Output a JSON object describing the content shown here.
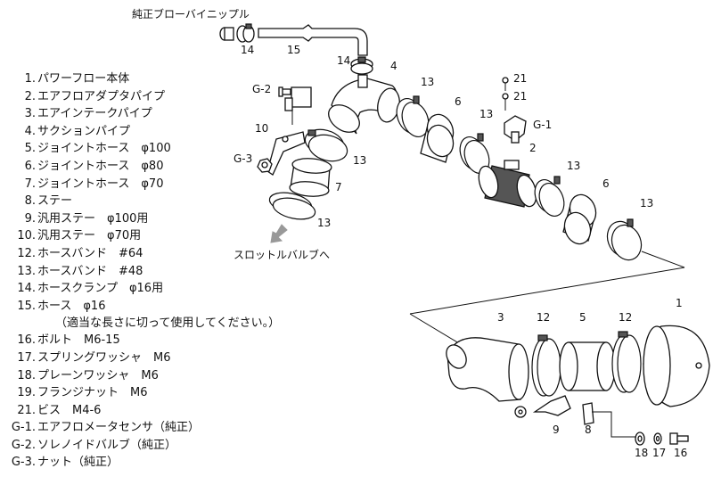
{
  "parts": [
    {
      "num": "1.",
      "text": "パワーフロー本体"
    },
    {
      "num": "2.",
      "text": "エアフロアダプタパイプ"
    },
    {
      "num": "3.",
      "text": "エアインテークパイプ"
    },
    {
      "num": "4.",
      "text": "サクションパイプ"
    },
    {
      "num": "5.",
      "text": "ジョイントホース　φ100"
    },
    {
      "num": "6.",
      "text": "ジョイントホース　φ80"
    },
    {
      "num": "7.",
      "text": "ジョイントホース　φ70"
    },
    {
      "num": "8.",
      "text": "ステー"
    },
    {
      "num": "9.",
      "text": "汎用ステー　φ100用"
    },
    {
      "num": "10.",
      "text": "汎用ステー　φ70用"
    },
    {
      "num": "12.",
      "text": "ホースバンド　#64"
    },
    {
      "num": "13.",
      "text": "ホースバンド　#48"
    },
    {
      "num": "14.",
      "text": "ホースクランプ　φ16用"
    },
    {
      "num": "15.",
      "text": "ホース　φ16"
    },
    {
      "num": "",
      "text": "（適当な長さに切って使用してください。）",
      "note": true
    },
    {
      "num": "16.",
      "text": "ボルト　M6-15"
    },
    {
      "num": "17.",
      "text": "スプリングワッシャ　M6"
    },
    {
      "num": "18.",
      "text": "プレーンワッシャ　M6"
    },
    {
      "num": "19.",
      "text": "フランジナット　M6"
    },
    {
      "num": "21.",
      "text": "ビス　M4-6"
    },
    {
      "num": "G-1.",
      "text": "エアフロメータセンサ（純正）"
    },
    {
      "num": "G-2.",
      "text": "ソレノイドバルブ（純正）"
    },
    {
      "num": "G-3.",
      "text": "ナット（純正）"
    }
  ],
  "diagram": {
    "top_label": "純正ブローバイニップル",
    "throttle_label": "スロットルバルブへ",
    "callouts": {
      "c14a": "14",
      "c15": "15",
      "c14b": "14",
      "c4": "4",
      "c13a": "13",
      "c6a": "6",
      "c21a": "21",
      "c21b": "21",
      "c13b": "13",
      "cG1": "G-1",
      "c2": "2",
      "cG2": "G-2",
      "c10": "10",
      "c13c": "13",
      "cG3": "G-3",
      "c7": "7",
      "c13d": "13",
      "c13e": "13",
      "c6b": "6",
      "c13f": "13",
      "c3": "3",
      "c12a": "12",
      "c5": "5",
      "c12b": "12",
      "c1": "1",
      "c9": "9",
      "c8": "8",
      "c18": "18",
      "c17": "17",
      "c16": "16"
    }
  }
}
